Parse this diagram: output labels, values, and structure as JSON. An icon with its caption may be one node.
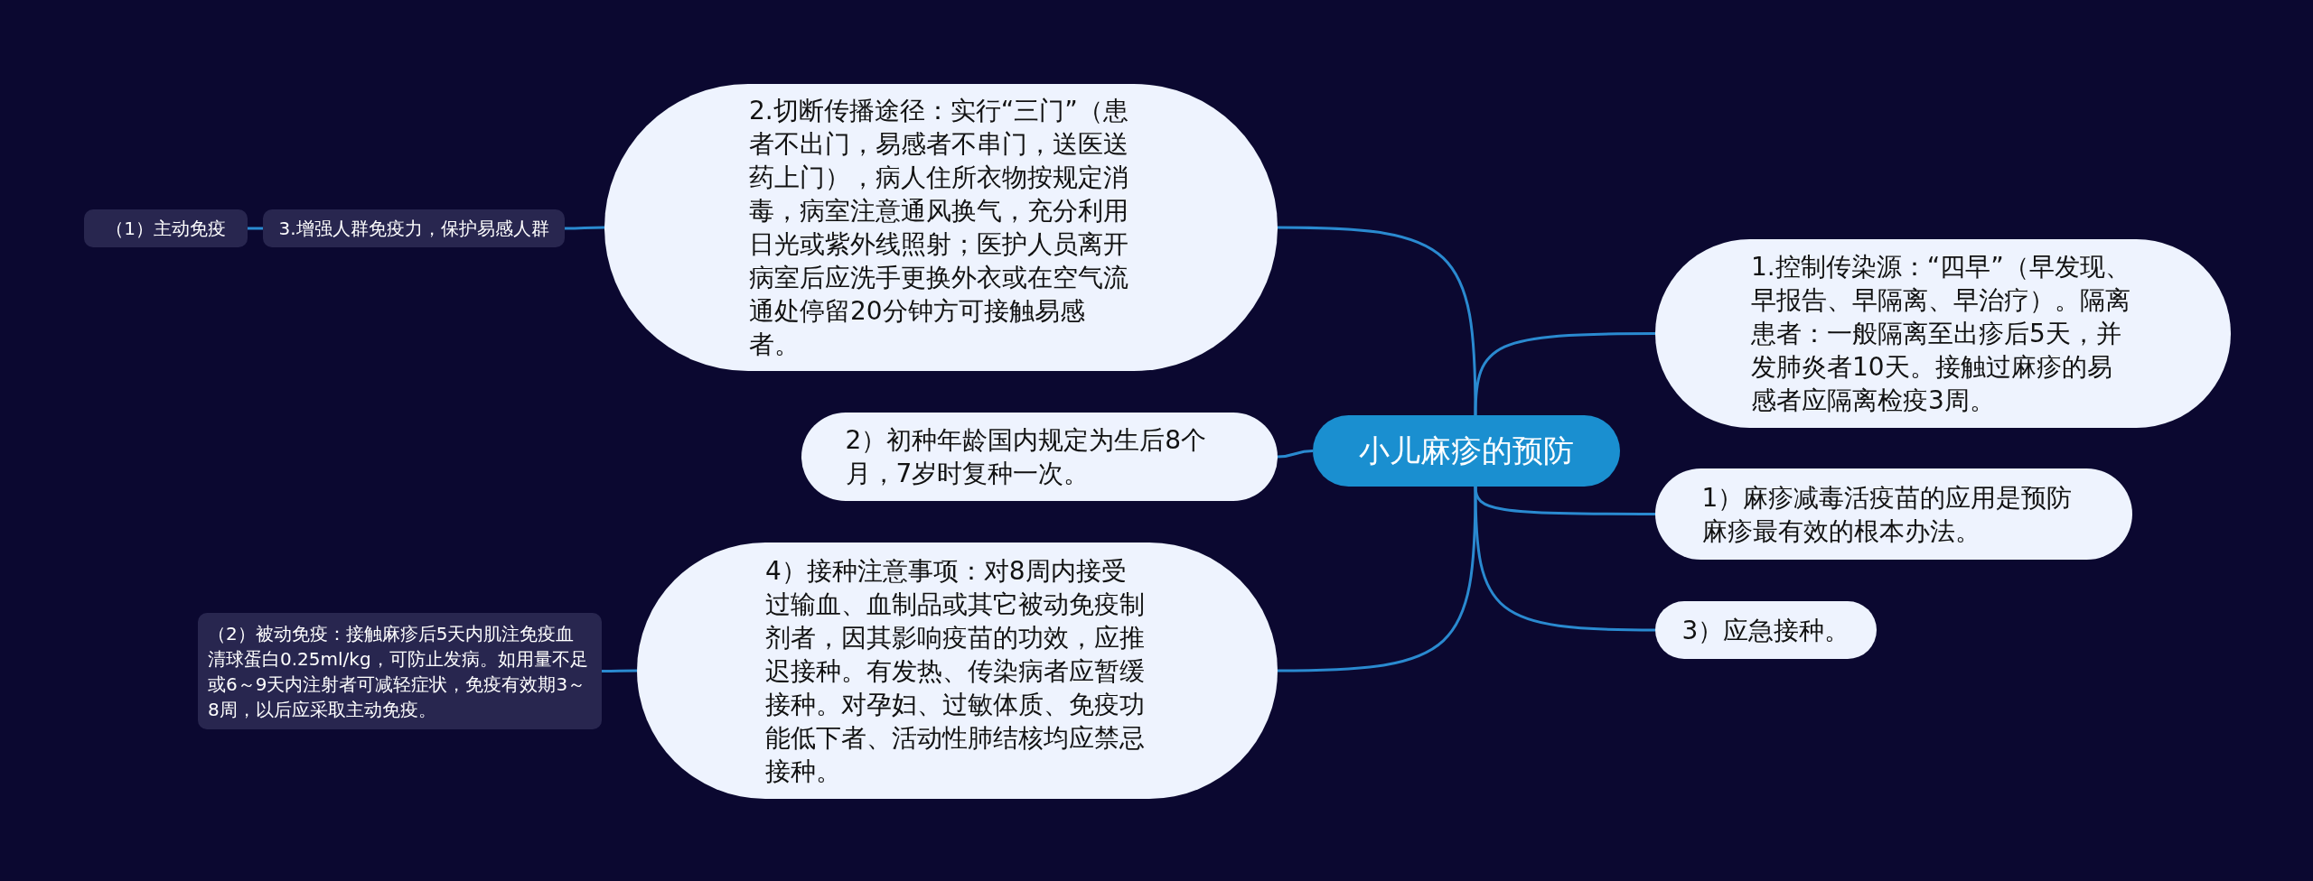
{
  "diagram": {
    "nodes": [
      {
        "text": [
          "小儿麻疹的预防"
        ]
      },
      {
        "text": [
          "2.切断传播途径：实行“三门”（患者不出门，易感者不串门，送医送药上门），病人住所衣物按规定消毒，病室注意通风换气，充分利用日光或紫外线照射；医护人员离开病室后应洗手更换外衣或在空气流通处停留20分钟方可接触易感者。"
        ]
      },
      {
        "text": [
          "3.增强人群免疫力，保护易感人群"
        ]
      },
      {
        "text": [
          "（1）主动免疫"
        ]
      },
      {
        "text": [
          "2）初种年龄国内规定为生后8个月，7岁时复种一次。"
        ]
      },
      {
        "text": [
          "4）接种注意事项：对8周内接受过输血、血制品或其它被动免疫制剂者，因其影响疫苗的功效，应推迟接种。有发热、传染病者应暂缓接种。对孕妇、过敏体质、免疫功能低下者、活动性肺结核均应禁忌接种。"
        ]
      },
      {
        "text": [
          "（2）被动免疫：接触麻疹后5天内肌注免疫血清球蛋白0.25ml/kg，可防止发病。如用量不足或6～9天内注射者可减轻症状，免疫有效期3～8周，以后应采取主动免疫。"
        ]
      },
      {
        "text": [
          "1.控制传染源：“四早”（早发现、早报告、早隔离、早治疗）。隔离患者：一般隔离至出疹后5天，并发肺炎者10天。接触过麻疹的易感者应隔离检疫3周。"
        ]
      },
      {
        "text": [
          "1）麻疹减毒活疫苗的应用是预防麻疹最有效的根本办法。"
        ]
      },
      {
        "text": [
          "3）应急接种。"
        ]
      }
    ],
    "edges": [
      {
        "from": 0,
        "to": 1,
        "arrow": "none"
      },
      {
        "from": 1,
        "to": 2,
        "arrow": "none"
      },
      {
        "from": 2,
        "to": 3,
        "arrow": "none"
      },
      {
        "from": 0,
        "to": 4,
        "arrow": "none"
      },
      {
        "from": 0,
        "to": 5,
        "arrow": "none"
      },
      {
        "from": 5,
        "to": 6,
        "arrow": "none"
      },
      {
        "from": 0,
        "to": 7,
        "arrow": "none"
      },
      {
        "from": 0,
        "to": 8,
        "arrow": "none"
      },
      {
        "from": 0,
        "to": 9,
        "arrow": "none"
      }
    ]
  }
}
